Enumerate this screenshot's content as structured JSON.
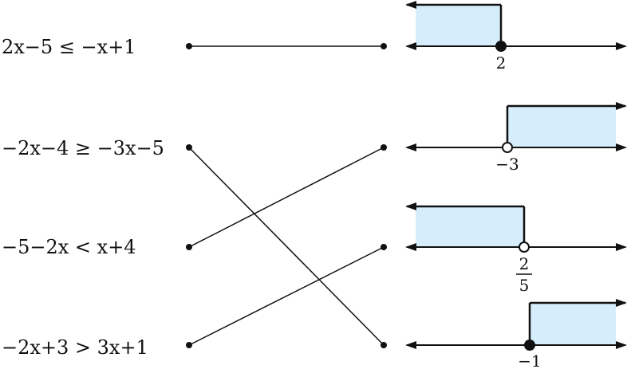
{
  "inequalities": [
    {
      "text": "2x−5 ≤ −x+1"
    },
    {
      "text": "−2x−4 ≥ −3x−5"
    },
    {
      "text": "−5−2x < x+4"
    },
    {
      "text": "−2x+3 > 3x+1"
    }
  ],
  "number_lines": [
    {
      "label": "2",
      "direction": "left",
      "endpoint": "closed"
    },
    {
      "label": "−3",
      "direction": "right",
      "endpoint": "open"
    },
    {
      "label_numerator": "2",
      "label_denominator": "5",
      "direction": "left",
      "endpoint": "open"
    },
    {
      "label": "−1",
      "direction": "right",
      "endpoint": "closed"
    }
  ],
  "matches": [
    {
      "from": 1,
      "to": 1
    },
    {
      "from": 2,
      "to": 4
    },
    {
      "from": 3,
      "to": 2
    },
    {
      "from": 4,
      "to": 3
    }
  ],
  "colors": {
    "shade": "#d6eefb",
    "stroke": "#111111",
    "open_fill": "#ffffff"
  }
}
